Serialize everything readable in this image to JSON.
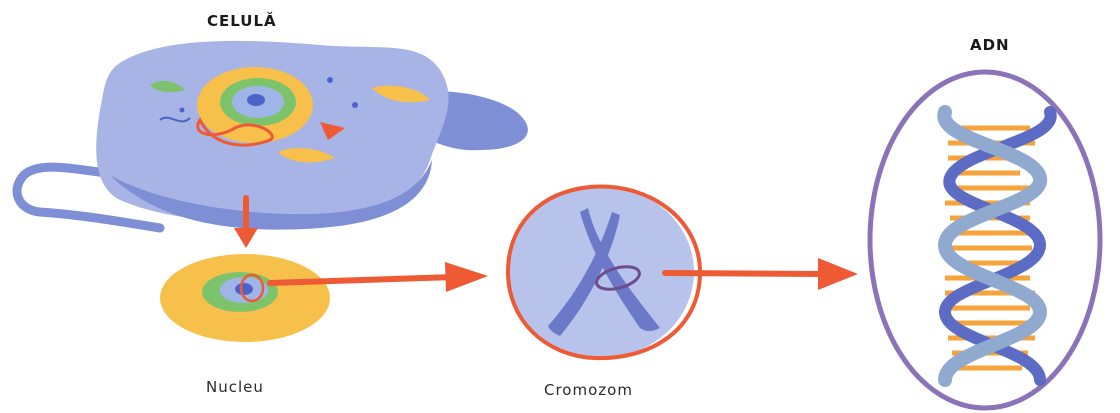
{
  "titles": {
    "cell": "CELULĂ",
    "dna": "ADN"
  },
  "labels": {
    "nucleus": "Nucleu",
    "chromosome": "Cromozom"
  },
  "colors": {
    "cell_body": "#a9b4e6",
    "cell_shadow": "#7f8fd6",
    "nucleus_yellow": "#f7c04b",
    "nucleus_green": "#7cc36b",
    "nucleus_inner": "#9fb5e8",
    "arrow_red": "#ee5a33",
    "chromosome_fill": "#b7c3ea",
    "chromosome_arms": "#6c79c8",
    "dna_backbone": "#8fa9cf",
    "dna_rungs": "#f5a33a",
    "dna_ring": "#8a73b8"
  },
  "icons": [
    "arrow-down-icon",
    "arrow-right-icon",
    "arrow-right-icon"
  ]
}
